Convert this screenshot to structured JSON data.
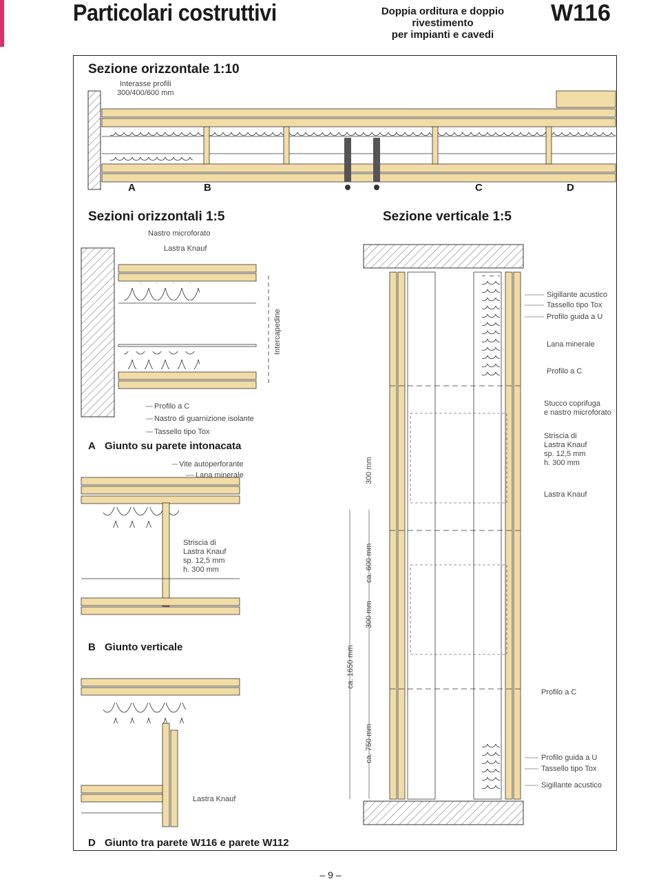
{
  "header": {
    "title": "Particolari costruttivi",
    "subtitle_line1": "Doppia orditura e doppio rivestimento",
    "subtitle_line2": "per impianti e cavedi",
    "code": "W116",
    "accent_color": "#d6336c"
  },
  "section_top": {
    "title": "Sezione orizzontale 1:10",
    "note_line1": "Interasse profili",
    "note_line2": "300/400/600 mm",
    "letters": [
      "A",
      "B",
      "C",
      "D"
    ]
  },
  "section_left": {
    "title": "Sezioni orizzontali 1:5",
    "labels": {
      "nastro": "Nastro microforato",
      "lastra": "Lastra Knauf",
      "intercapedine": "Intercapedine",
      "profilo_c": "Profilo a C",
      "nastro_guarnizione": "Nastro di guarnizione isolante",
      "tassello": "Tassello tipo Tox",
      "vite": "Vite autoperforante",
      "lana": "Lana minerale",
      "striscia_1": "Striscia di",
      "striscia_2": "Lastra Knauf",
      "striscia_3": "sp. 12,5 mm",
      "striscia_4": "h. 300 mm",
      "lastra_bottom": "Lastra Knauf"
    },
    "joint_a_letter": "A",
    "joint_a": "Giunto su parete intonacata",
    "joint_b_letter": "B",
    "joint_b": "Giunto verticale",
    "joint_d_letter": "D",
    "joint_d": "Giunto tra parete W116 e parete W112"
  },
  "section_right": {
    "title": "Sezione verticale 1:5",
    "labels": {
      "sigillante": "Sigillante acustico",
      "tassello": "Tassello tipo Tox",
      "profilo_u": "Profilo guida a U",
      "lana": "Lana minerale",
      "profilo_c": "Profilo a C",
      "stucco_1": "Stucco coprifuga",
      "stucco_2": "e nastro microforato",
      "striscia_1": "Striscia di",
      "striscia_2": "Lastra Knauf",
      "striscia_3": "sp. 12,5 mm",
      "striscia_4": "h. 300 mm",
      "lastra": "Lastra Knauf",
      "profilo_c2": "Profilo a C",
      "profilo_u2": "Profilo guida a U",
      "tassello2": "Tassello tipo Tox",
      "sigillante2": "Sigillante acustico"
    },
    "dims": {
      "d300a": "300 mm",
      "d600": "ca. 600 mm",
      "d300b": "300 mm",
      "d1650": "ca. 1650 mm",
      "d750": "ca. 750 mm"
    }
  },
  "footer": {
    "page": "– 9 –"
  },
  "colors": {
    "board": "#f2dca6",
    "line": "#222222",
    "hatch": "#555555"
  }
}
